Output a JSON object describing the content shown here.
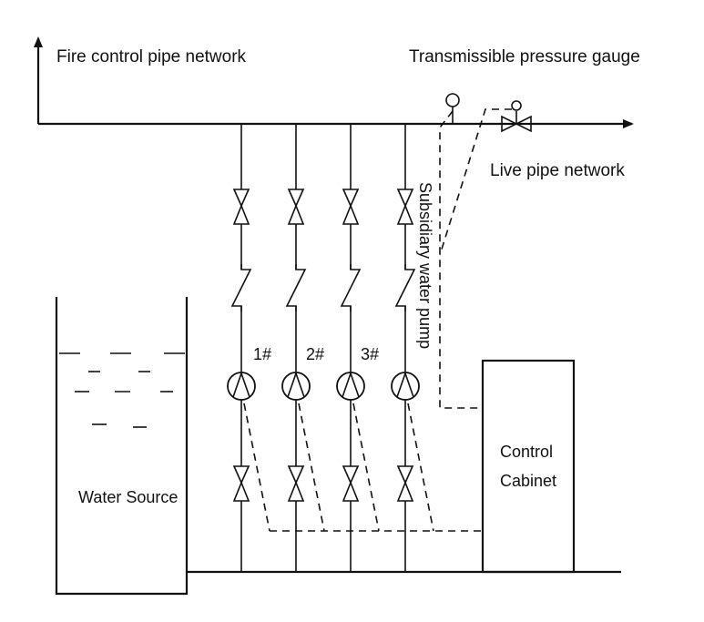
{
  "labels": {
    "fire_network": "Fire control pipe network",
    "pressure_gauge": "Transmissible pressure gauge",
    "live_network": "Live pipe network",
    "subsidiary_pump": "Subsidiary water pump",
    "water_source": "Water Source",
    "control_cabinet_line1": "Control",
    "control_cabinet_line2": "Cabinet"
  },
  "pumps": [
    {
      "label": "1#"
    },
    {
      "label": "2#"
    },
    {
      "label": "3#"
    },
    {
      "label": ""
    }
  ],
  "colors": {
    "line": "#111111",
    "background": "#ffffff"
  }
}
